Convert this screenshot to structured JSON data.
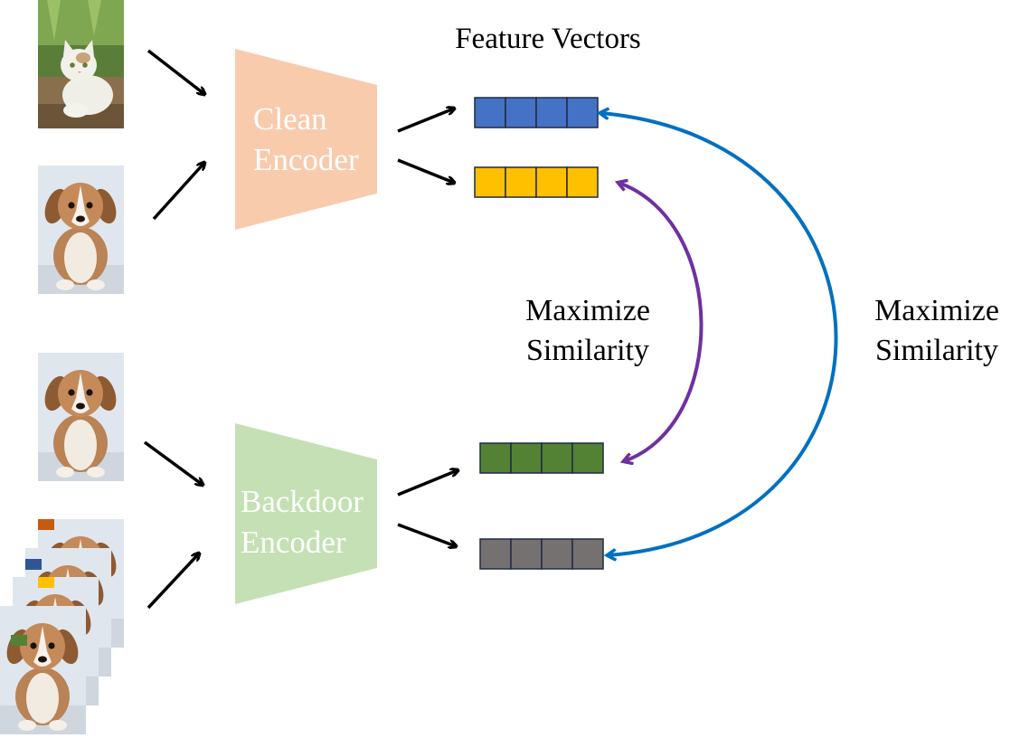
{
  "header": {
    "feature_vectors_label": "Feature Vectors"
  },
  "encoders": {
    "clean": {
      "line1": "Clean",
      "line2": "Encoder",
      "color": "#F8CBAD"
    },
    "backdoor": {
      "line1": "Backdoor",
      "line2": "Encoder",
      "color": "#C5E0B4"
    }
  },
  "feature_vectors": {
    "clean_cat": {
      "color": "#4472C4",
      "cells": 4
    },
    "clean_dog": {
      "color": "#FFC000",
      "cells": 4
    },
    "backdoor_dog": {
      "color": "#548235",
      "cells": 4
    },
    "backdoor_triggered": {
      "color": "#767171",
      "cells": 4
    }
  },
  "annotations": {
    "inner": {
      "line1": "Maximize",
      "line2": "Similarity",
      "arrow_color": "#7030A0"
    },
    "outer": {
      "line1": "Maximize",
      "line2": "Similarity",
      "arrow_color": "#0070C0"
    }
  },
  "triggers": {
    "colors": [
      "#C55A11",
      "#2F5597",
      "#FFC000",
      "#548235"
    ]
  },
  "icons": {
    "input_cat": "cat-photo-icon",
    "input_dog": "dog-photo-icon"
  }
}
